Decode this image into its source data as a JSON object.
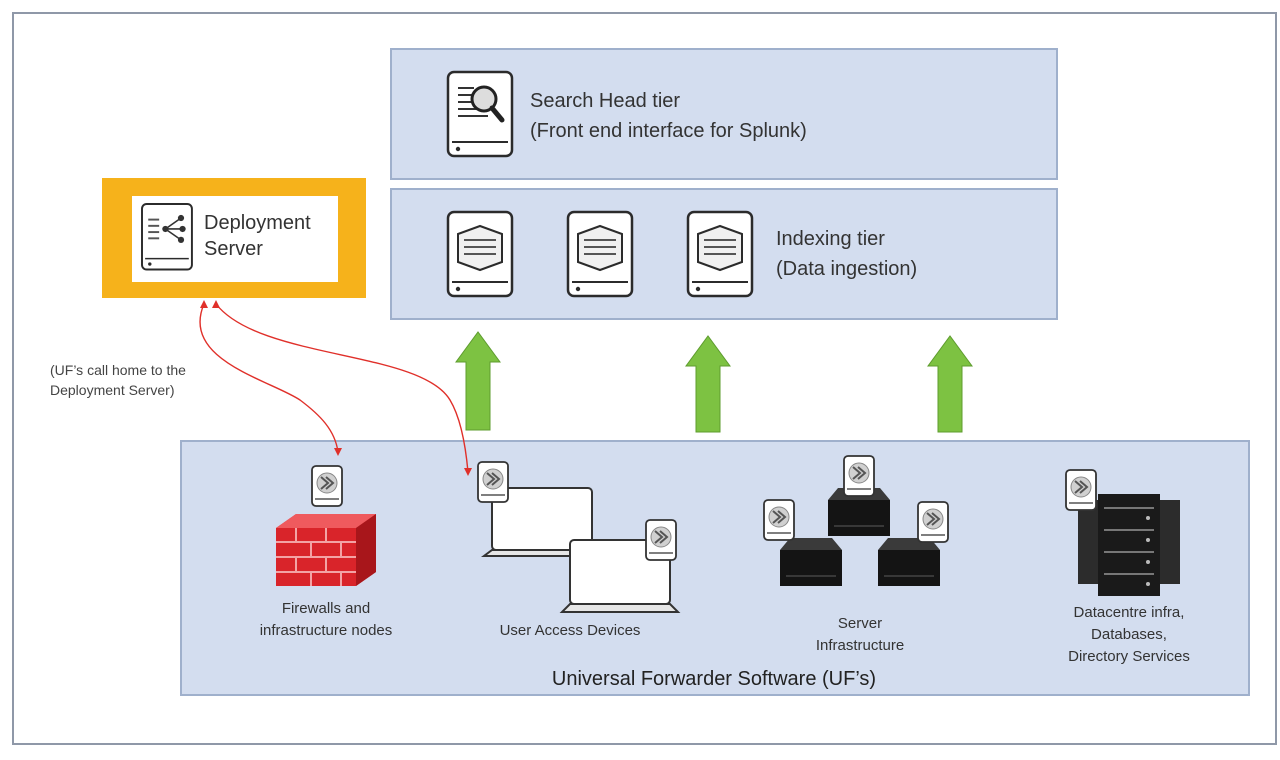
{
  "search_tier": {
    "title": "Search Head tier",
    "subtitle": "(Front end interface for Splunk)",
    "icon": "search-server-icon"
  },
  "indexing_tier": {
    "title": "Indexing tier",
    "subtitle": "(Data ingestion)",
    "icon": "indexer-server-icon"
  },
  "deployment_server": {
    "line1": "Deployment",
    "line2": "Server",
    "icon": "deployment-server-icon",
    "border_color": "#f6b21b"
  },
  "call_home_note": {
    "line1": "(UF’s call home to the",
    "line2": "Deployment Server)"
  },
  "forwarder_tier": {
    "title": "Universal Forwarder Software (UF’s)",
    "groups": [
      {
        "lines": [
          "Firewalls and",
          "infrastructure nodes"
        ],
        "icon": "firewall-icon"
      },
      {
        "lines": [
          "User Access Devices"
        ],
        "icon": "laptop-icon"
      },
      {
        "lines": [
          "Server",
          "Infrastructure"
        ],
        "icon": "server-icon"
      },
      {
        "lines": [
          "Datacentre infra,",
          "Databases,",
          "Directory Services"
        ],
        "icon": "datacentre-rack-icon"
      }
    ]
  },
  "colors": {
    "tier_fill": "#d3ddef",
    "arrow_green": "#7dc242",
    "call_home_red": "#e0302a",
    "firewall_red": "#d9242a"
  }
}
